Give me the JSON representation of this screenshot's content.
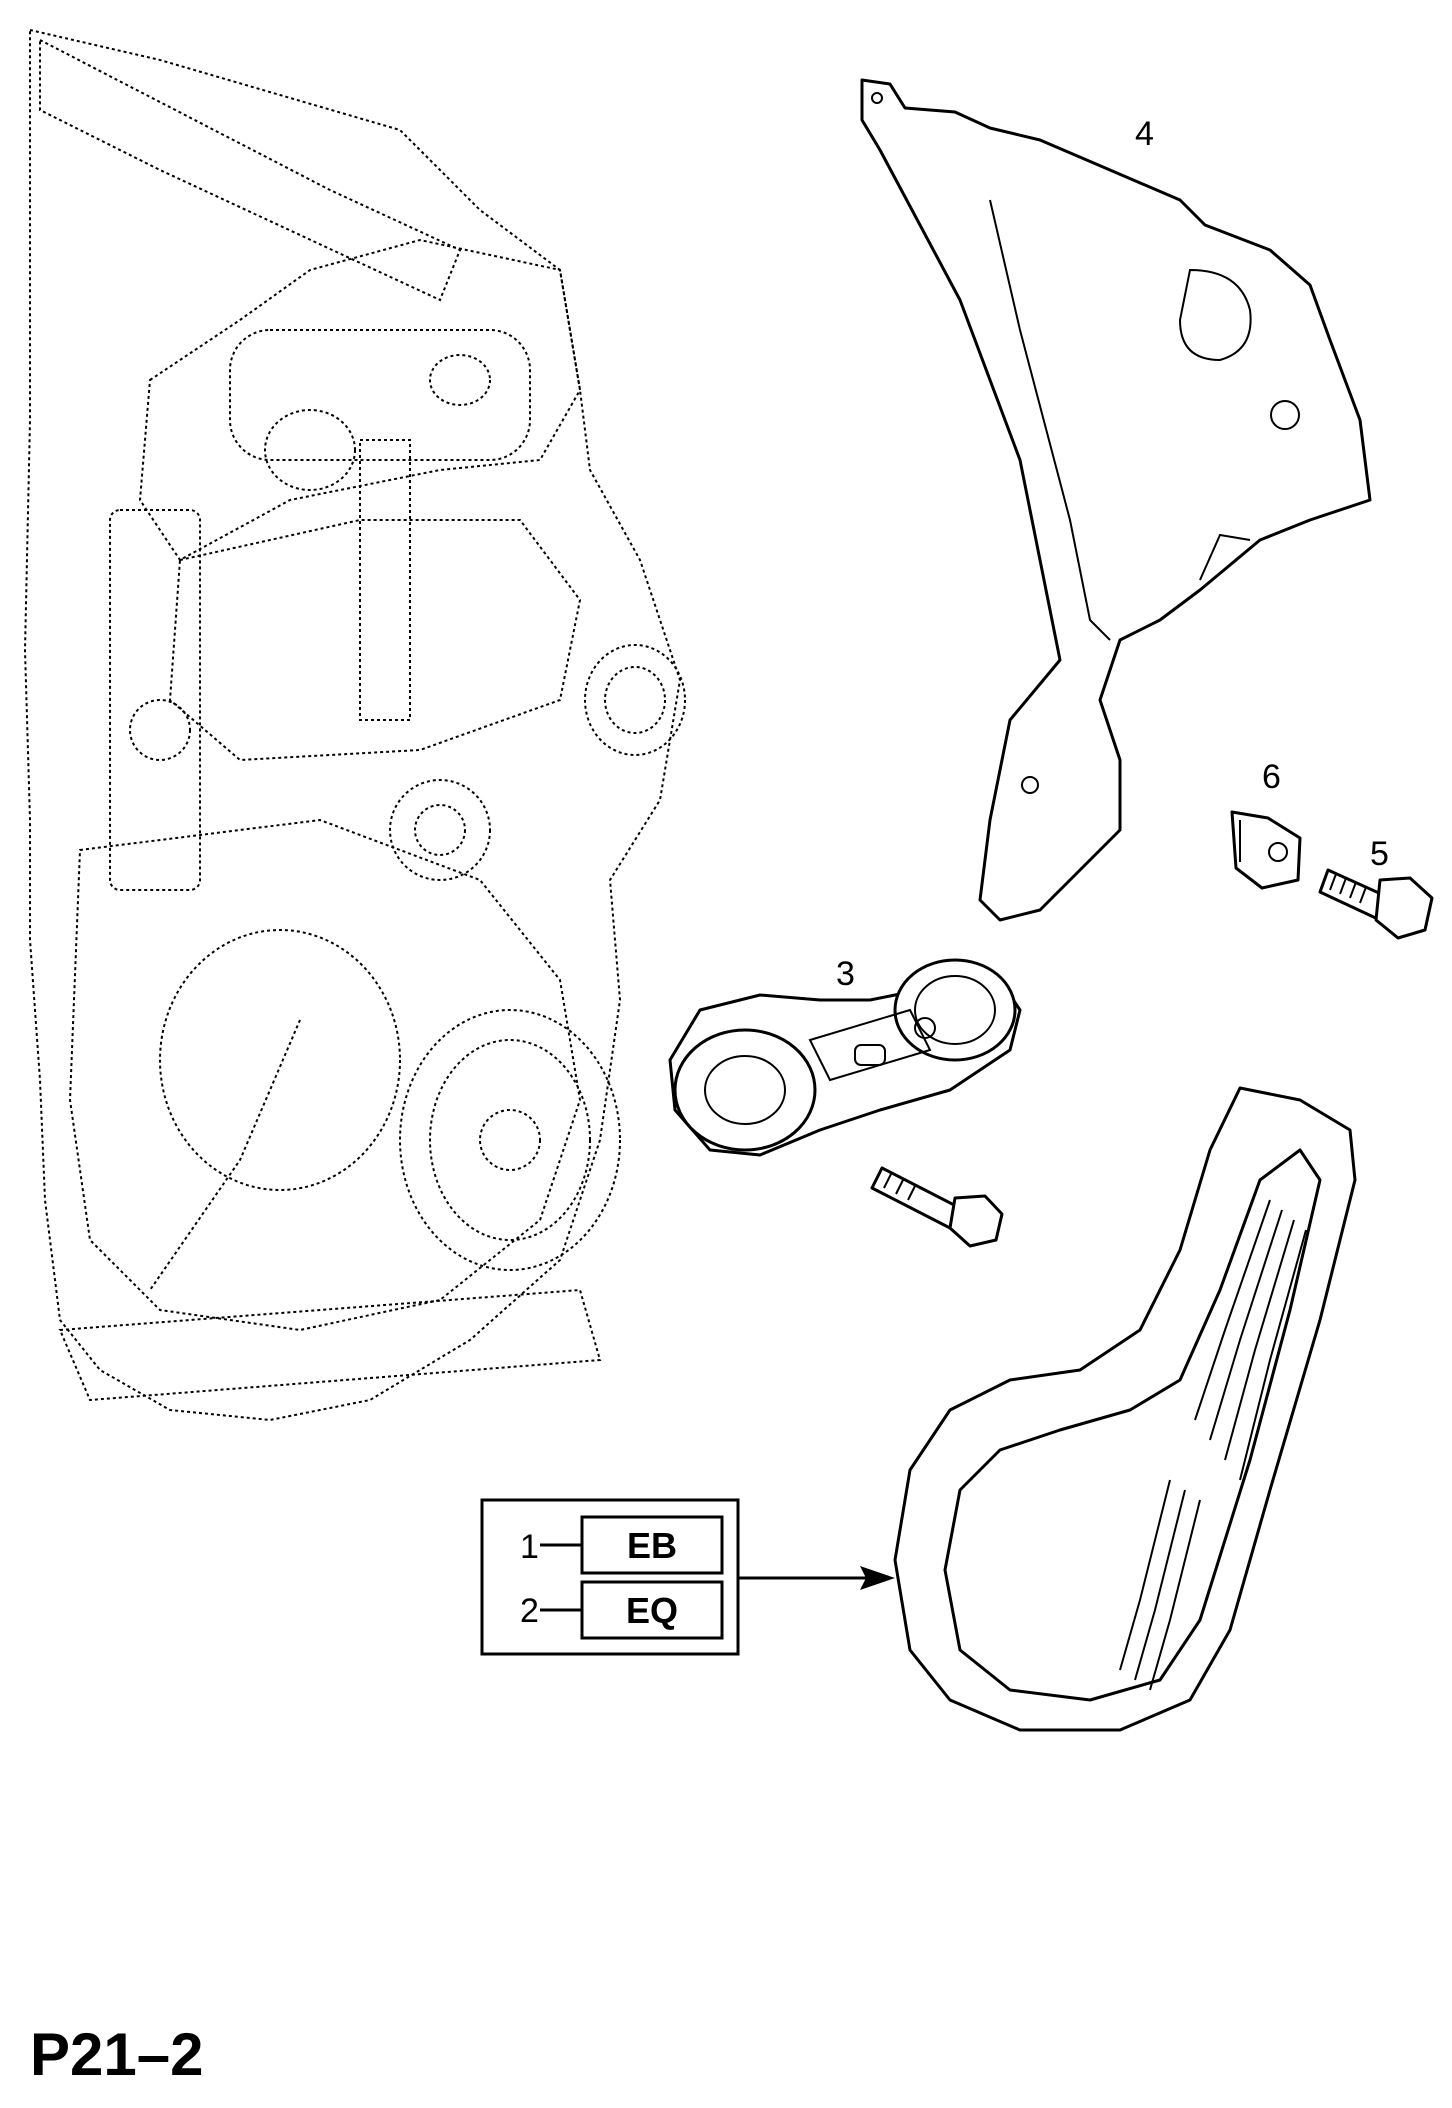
{
  "callouts": {
    "c3": "3",
    "c4": "4",
    "c5": "5",
    "c6": "6"
  },
  "variant_box": {
    "rows": [
      {
        "index": "1",
        "code": "EB"
      },
      {
        "index": "2",
        "code": "EQ"
      }
    ]
  },
  "page_ref": "P21–2",
  "colors": {
    "ink": "#000000",
    "paper": "#ffffff"
  }
}
